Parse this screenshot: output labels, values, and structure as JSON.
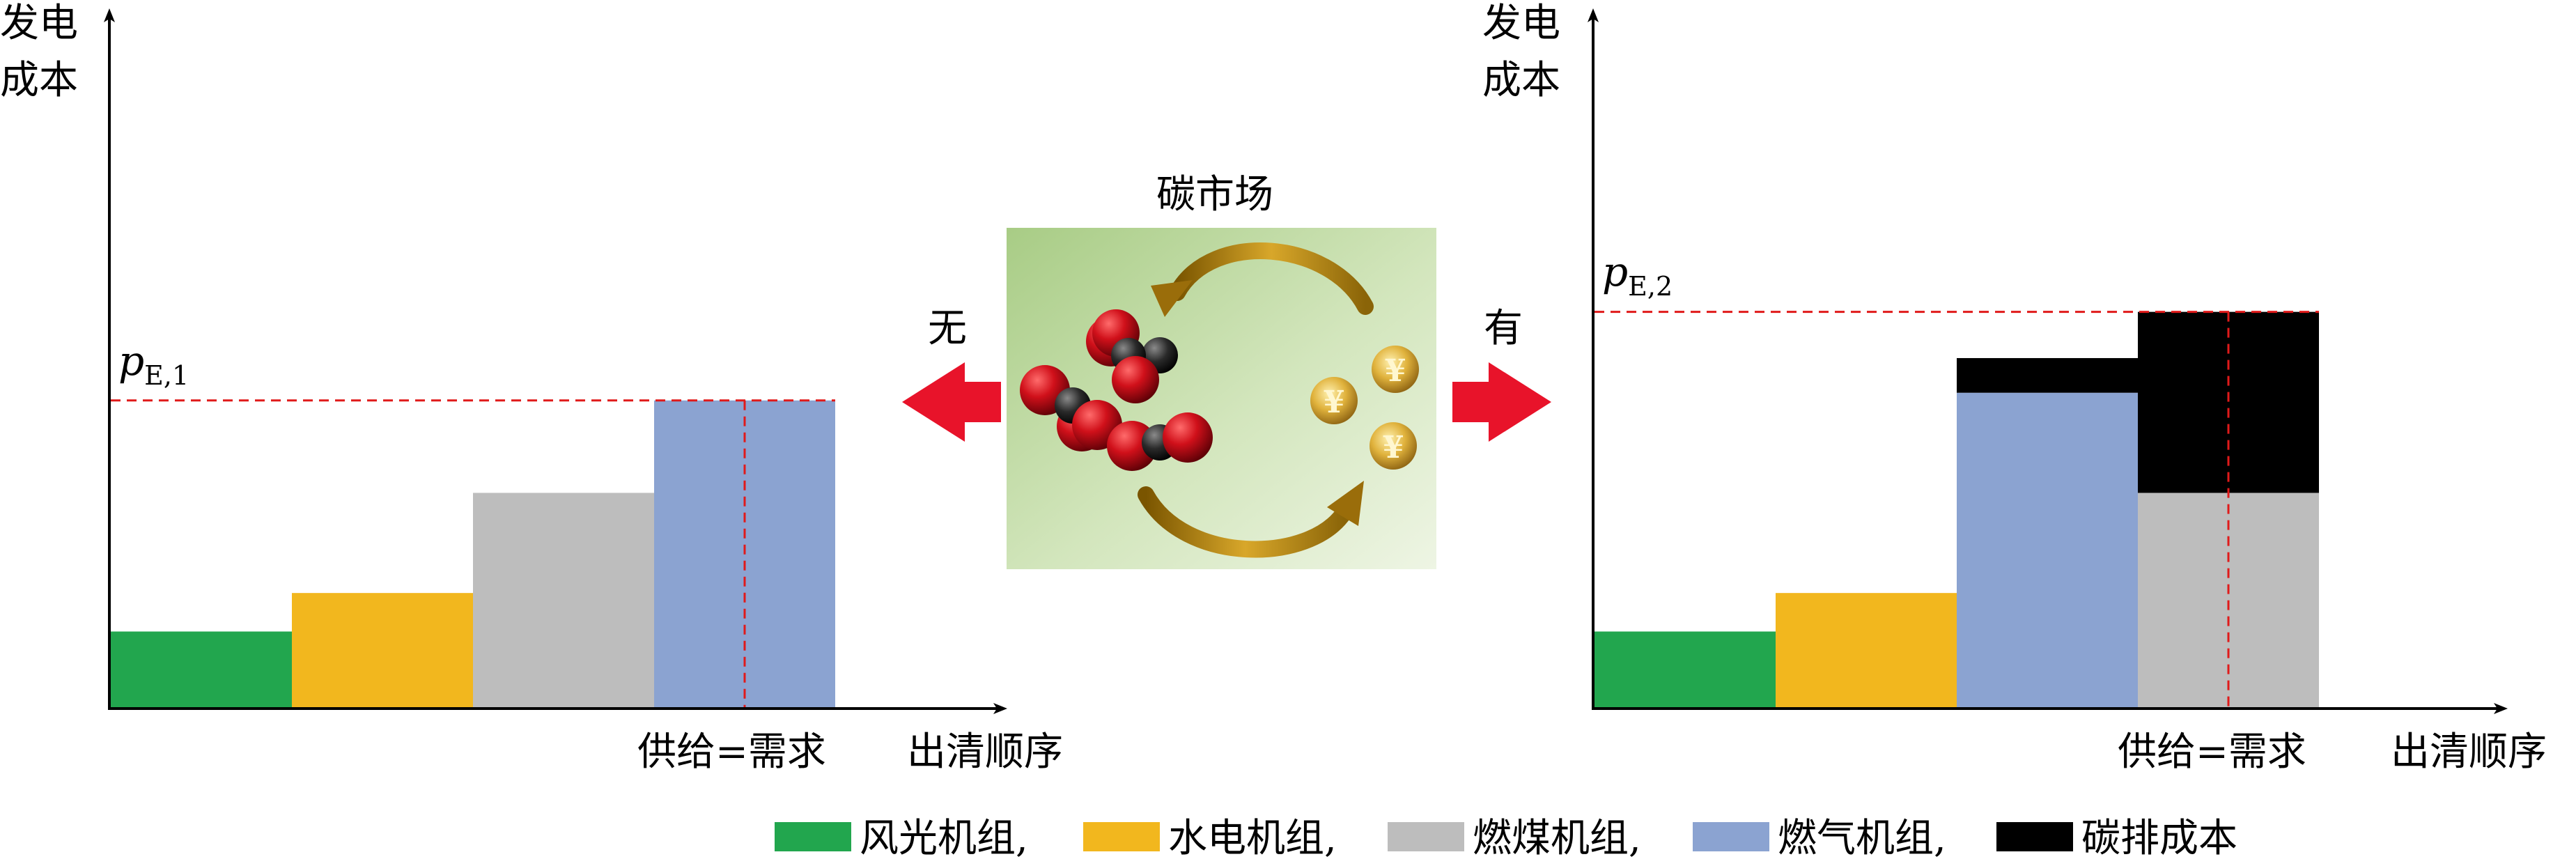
{
  "colors": {
    "wind_solar": "#22a64e",
    "hydro": "#f2b71e",
    "coal": "#bdbdbd",
    "gas": "#8ba3d1",
    "carbon": "#000000",
    "arrow_red": "#e8132a",
    "dashed_red": "#e01a1a",
    "gold": "#c48e14"
  },
  "left_chart": {
    "y_axis_label_line1": "发电",
    "y_axis_label_line2": "成本",
    "x_axis_label": "出清顺序",
    "price_label_main": "p",
    "price_label_sub": "E,1",
    "equilibrium_label": "供给=需求",
    "bars": [
      {
        "unit": "风光机组",
        "cost": 1.0
      },
      {
        "unit": "水电机组",
        "cost": 1.5
      },
      {
        "unit": "燃煤机组",
        "cost": 2.8
      },
      {
        "unit": "燃气机组",
        "cost": 4.0
      }
    ],
    "clearing_price": 4.0,
    "y_max": 9.0
  },
  "right_chart": {
    "y_axis_label_line1": "发电",
    "y_axis_label_line2": "成本",
    "x_axis_label": "出清顺序",
    "price_label_main": "p",
    "price_label_sub": "E,2",
    "equilibrium_label": "供给=需求",
    "bars": [
      {
        "unit": "风光机组",
        "cost": 1.0,
        "carbon_cost": 0
      },
      {
        "unit": "水电机组",
        "cost": 1.5,
        "carbon_cost": 0
      },
      {
        "unit": "燃气机组",
        "cost": 4.1,
        "carbon_cost": 0.45
      },
      {
        "unit": "燃煤机组",
        "cost": 2.8,
        "carbon_cost": 2.35
      }
    ],
    "clearing_price": 5.15,
    "y_max": 9.0
  },
  "center": {
    "title": "碳市场",
    "left_arrow_label": "无",
    "right_arrow_label": "有",
    "coin_symbol": "¥"
  },
  "legend": [
    {
      "label": "风光机组,",
      "color_key": "wind_solar"
    },
    {
      "label": "水电机组,",
      "color_key": "hydro"
    },
    {
      "label": "燃煤机组,",
      "color_key": "coal"
    },
    {
      "label": "燃气机组,",
      "color_key": "gas"
    },
    {
      "label": "碳排成本",
      "color_key": "carbon"
    }
  ]
}
